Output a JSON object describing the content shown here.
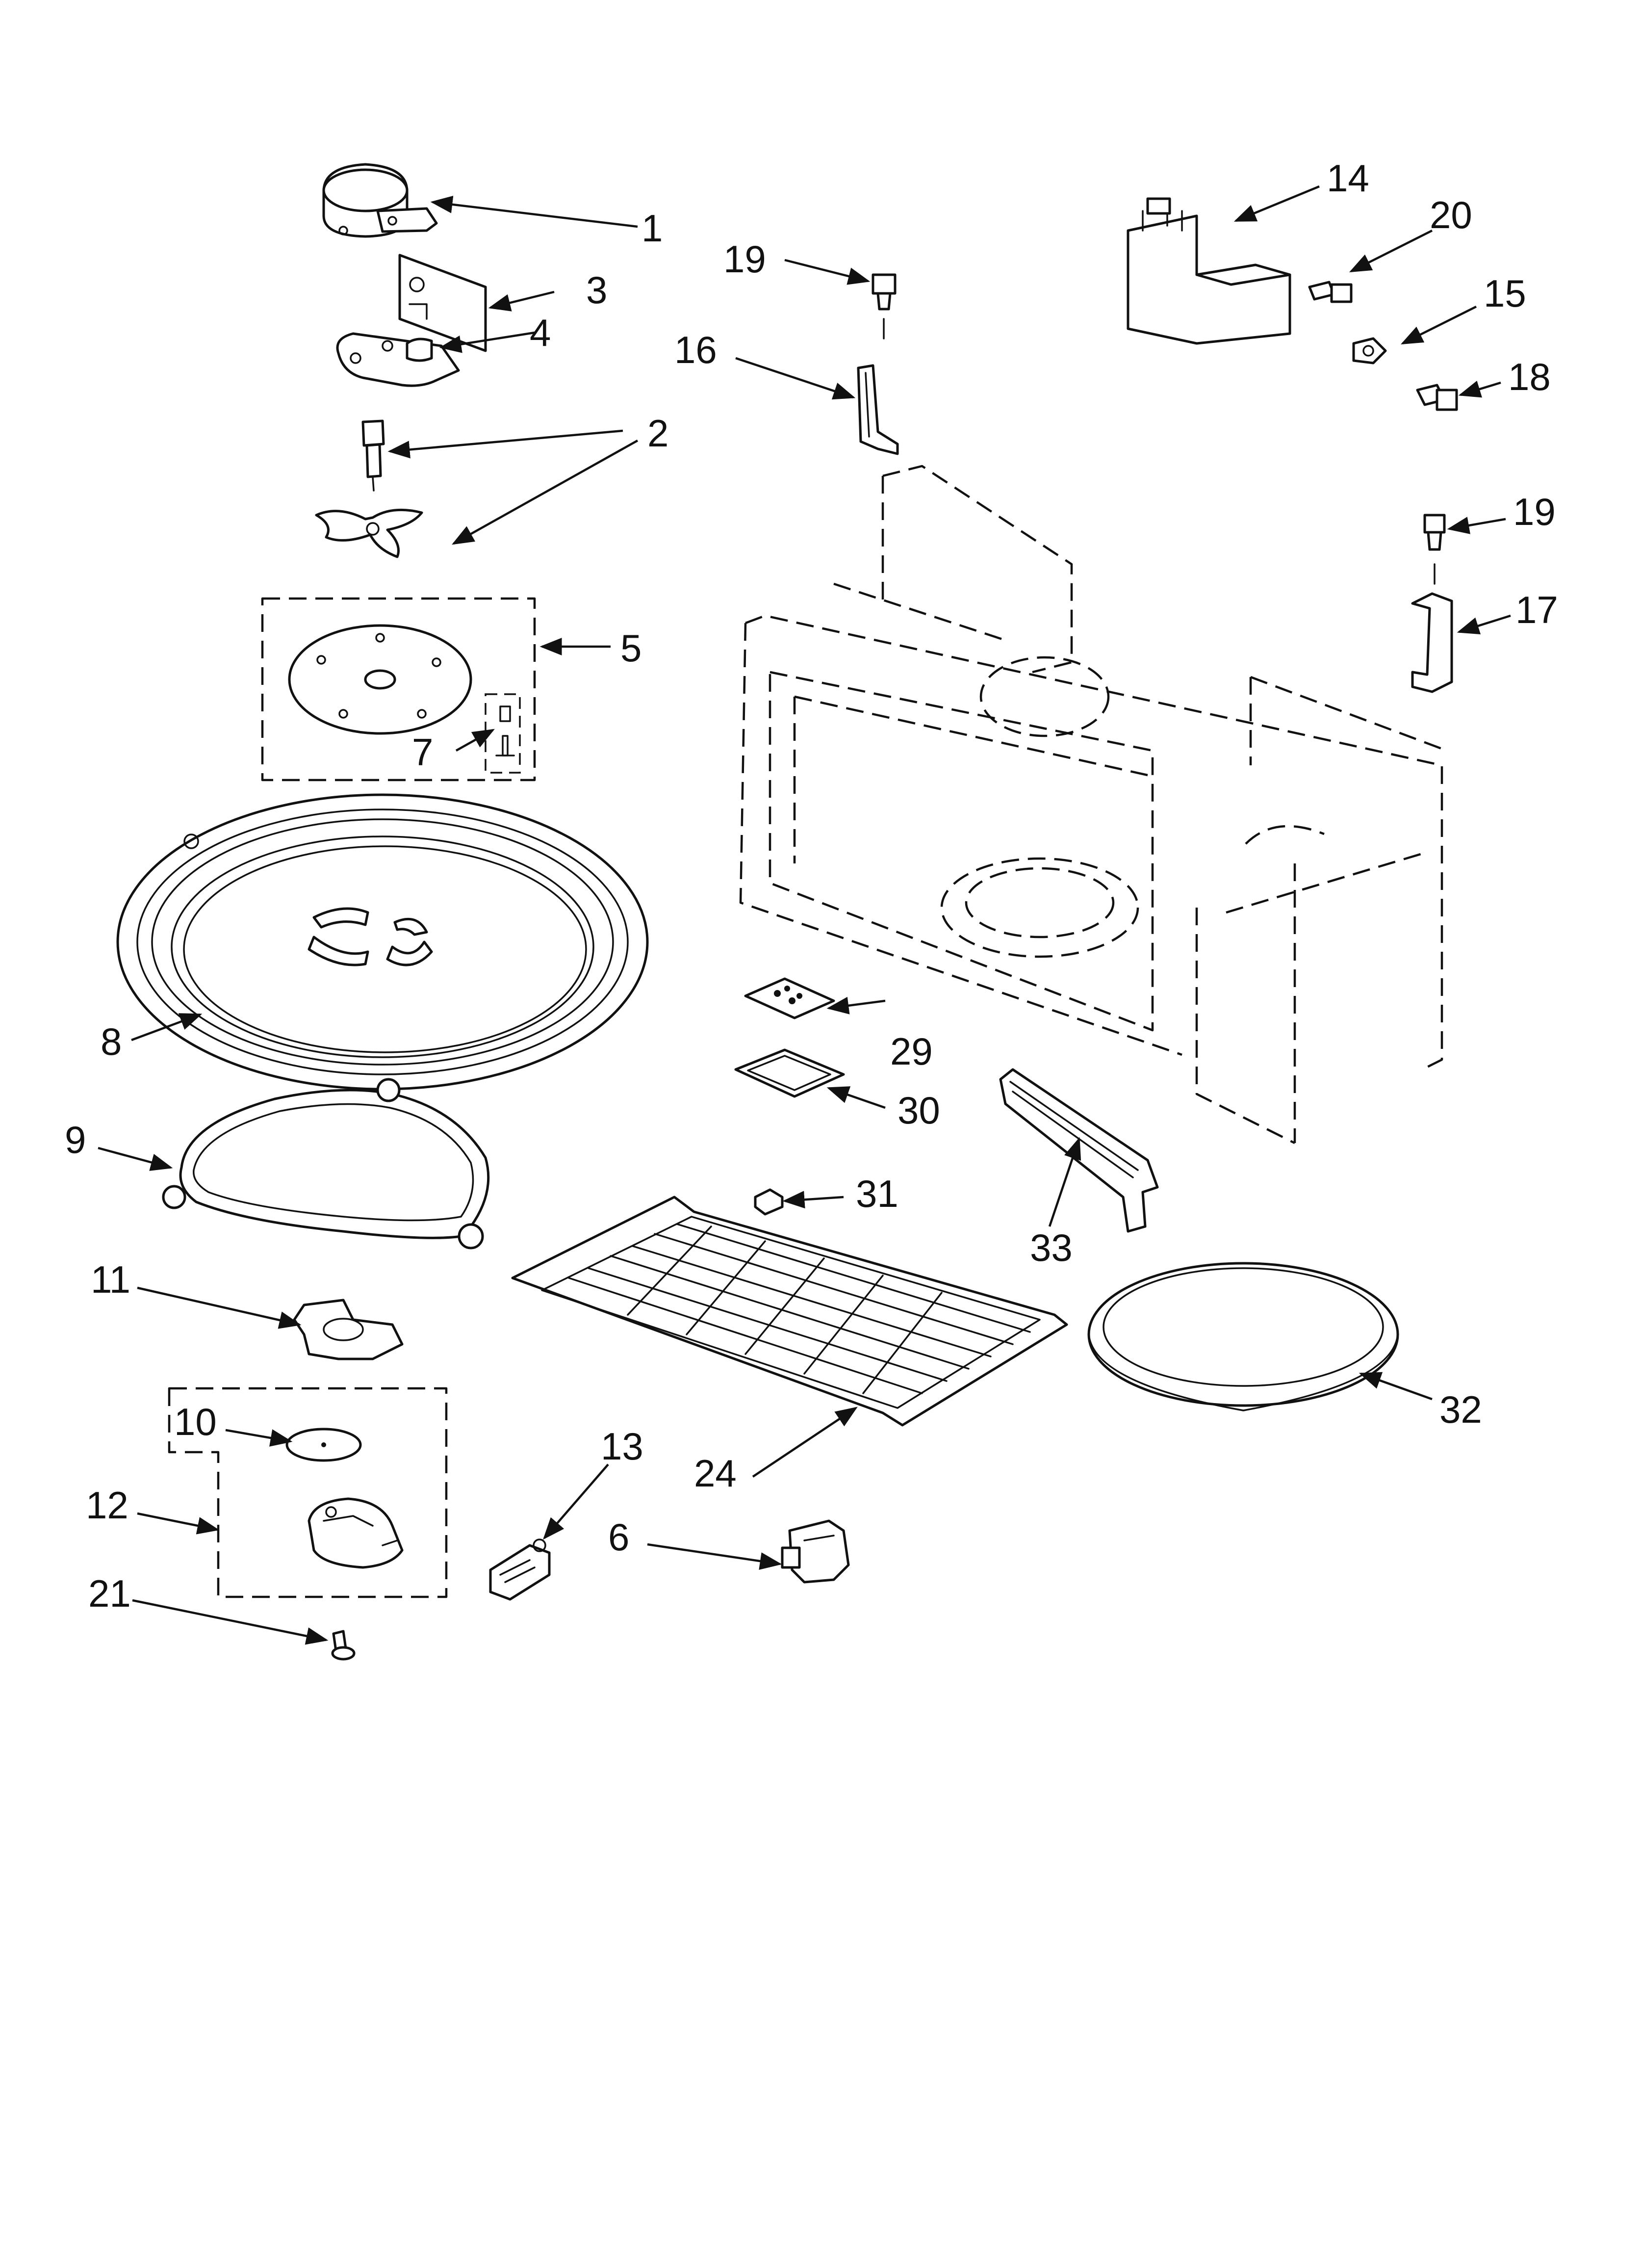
{
  "diagram": {
    "style": "exploded parts view, black line art on white",
    "callouts": [
      {
        "id": "1",
        "text": "1"
      },
      {
        "id": "2",
        "text": "2"
      },
      {
        "id": "3",
        "text": "3"
      },
      {
        "id": "4",
        "text": "4"
      },
      {
        "id": "5",
        "text": "5"
      },
      {
        "id": "6",
        "text": "6"
      },
      {
        "id": "7",
        "text": "7"
      },
      {
        "id": "8",
        "text": "8"
      },
      {
        "id": "9",
        "text": "9"
      },
      {
        "id": "10",
        "text": "10"
      },
      {
        "id": "11",
        "text": "11"
      },
      {
        "id": "12",
        "text": "12"
      },
      {
        "id": "13",
        "text": "13"
      },
      {
        "id": "14",
        "text": "14"
      },
      {
        "id": "15",
        "text": "15"
      },
      {
        "id": "16",
        "text": "16"
      },
      {
        "id": "17",
        "text": "17"
      },
      {
        "id": "18",
        "text": "18"
      },
      {
        "id": "19a",
        "text": "19"
      },
      {
        "id": "19b",
        "text": "19"
      },
      {
        "id": "20",
        "text": "20"
      },
      {
        "id": "21",
        "text": "21"
      },
      {
        "id": "24",
        "text": "24"
      },
      {
        "id": "29",
        "text": "29"
      },
      {
        "id": "30",
        "text": "30"
      },
      {
        "id": "31",
        "text": "31"
      },
      {
        "id": "32",
        "text": "32"
      },
      {
        "id": "33",
        "text": "33"
      }
    ]
  }
}
